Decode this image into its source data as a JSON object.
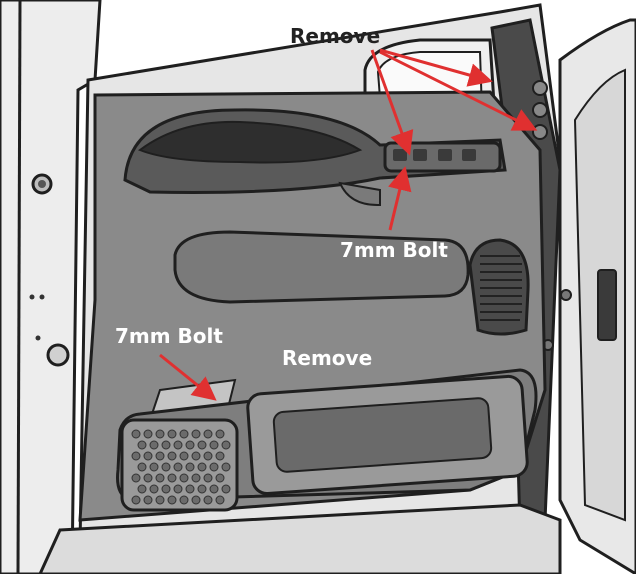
{
  "labels": {
    "remove_top": "Remove",
    "bolt_mid": "7mm Bolt",
    "bolt_left": "7mm Bolt",
    "remove_mid": "Remove"
  },
  "colors": {
    "arrow": "#e03030",
    "panel": "#8a8a8a",
    "panel_dark": "#5a5a5a",
    "frame": "#e9e9e9",
    "outline": "#1f1f1f"
  }
}
